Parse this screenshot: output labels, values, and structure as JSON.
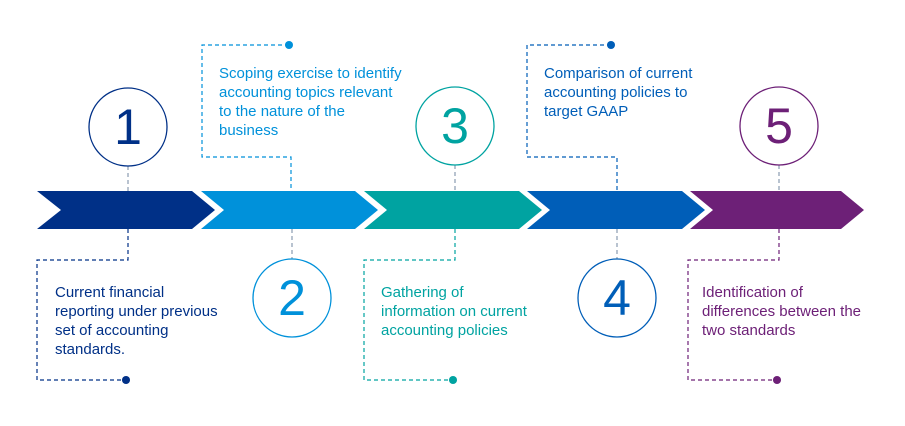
{
  "colors": {
    "step1": "#003087",
    "step2": "#0091DA",
    "step3": "#00A3A1",
    "step4": "#005EB8",
    "step5": "#6D2077",
    "connector_gray": "#8a9bb0"
  },
  "steps": [
    {
      "number": "1",
      "text": "Current financial reporting under previous set of accounting standards."
    },
    {
      "number": "2",
      "text": "Scoping exercise to identify accounting topics relevant to the nature of the business"
    },
    {
      "number": "3",
      "text": "Gathering of information on current accounting policies"
    },
    {
      "number": "4",
      "text": "Comparison of current accounting policies to target GAAP"
    },
    {
      "number": "5",
      "text": "Identification of differences between the two standards"
    }
  ]
}
